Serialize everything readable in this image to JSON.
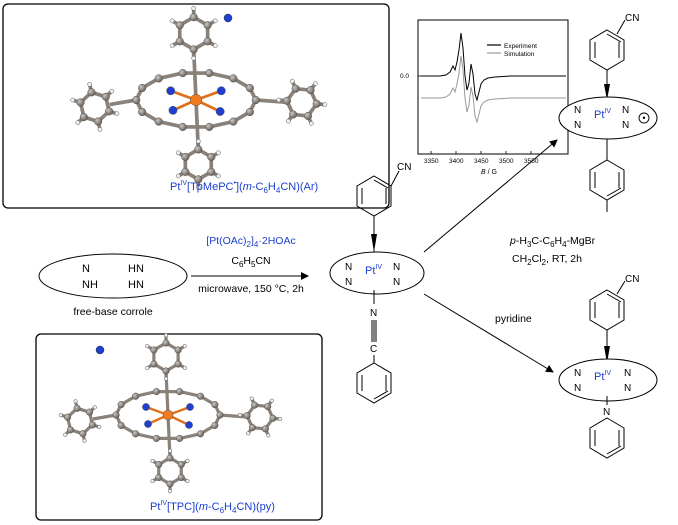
{
  "crystal_top": {
    "label": {
      "prefix": "Pt",
      "ox": "IV",
      "main": "[TpMePC",
      "dot": "•",
      "mid": "](",
      "m": "m",
      "c6h4": "-C",
      "six": "6",
      "h": "H",
      "four": "4",
      "tail": "CN)(Ar)"
    }
  },
  "crystal_bottom": {
    "label": {
      "prefix": "Pt",
      "ox": "IV",
      "main": "[TPC](",
      "m": "m",
      "c6h4": "-C",
      "six": "6",
      "h": "H",
      "four": "4",
      "tail": "CN)(py)"
    }
  },
  "epr": {
    "legend": [
      "Experiment",
      "Simulation"
    ],
    "y_tick": "0.0",
    "x_ticks": [
      "3350",
      "3400",
      "3450",
      "3500",
      "3550"
    ],
    "x_label_var": "B",
    "x_label_unit": " / G"
  },
  "corrole": {
    "atoms": [
      "N",
      "HN",
      "NH",
      "HN"
    ],
    "caption": "free-base corrole"
  },
  "step1": {
    "reagent_a": "[Pt(OAc)",
    "reagent_a_sub1": "2",
    "reagent_a_mid": "]",
    "reagent_a_sub2": "4",
    "reagent_a_tail": "·2HOAc",
    "solvent": "C",
    "solvent_sub1": "6",
    "solvent_h": "H",
    "solvent_sub2": "5",
    "solvent_tail": "CN",
    "conditions": "microwave, 150 °C, 2h"
  },
  "step2": {
    "reagent_pre": "p",
    "reagent_a": "-H",
    "reagent_sub1": "3",
    "reagent_b": "C-C",
    "reagent_sub2": "6",
    "reagent_c": "H",
    "reagent_sub3": "4",
    "reagent_d": "-MgBr",
    "cond_a": "CH",
    "cond_sub1": "2",
    "cond_b": "Cl",
    "cond_sub2": "2",
    "cond_c": ", RT, 2h"
  },
  "step3": {
    "reagent": "pyridine"
  },
  "complex": {
    "metal": "Pt",
    "ox": "IV",
    "n": "N",
    "cn": "CN",
    "radical": "•"
  }
}
